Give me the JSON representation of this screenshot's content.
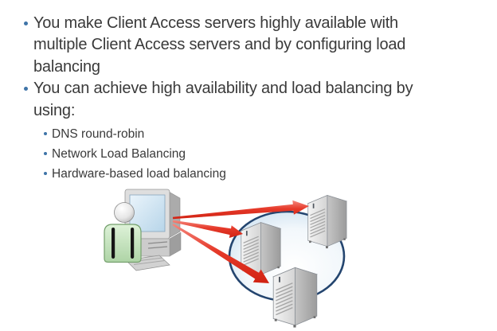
{
  "theme": {
    "bg": "#ffffff",
    "text": "#3a3a3a",
    "bullet": "#3f74a8",
    "arrow_red": "#e43a2b",
    "ellipse_border": "#24456f",
    "ellipse_fill": "#b5d2e8",
    "server_gray": "#d9d9d9",
    "user_shirt_green": "#c5e5bd"
  },
  "slide": {
    "bullets": [
      {
        "lines": [
          "You make Client Access servers highly available with",
          "multiple Client Access servers and by configuring load",
          "balancing"
        ]
      },
      {
        "lines": [
          "You can achieve high availability and load balancing by",
          "using:"
        ]
      }
    ],
    "sub_bullets": [
      "DNS round-robin",
      "Network Load Balancing",
      "Hardware-based load balancing"
    ]
  },
  "diagram": {
    "icons": {
      "client": "client-user-at-computer-icon",
      "server": "server-tower-icon",
      "pool": "load-balanced-pool-ellipse",
      "request": "client-request-arrow"
    },
    "server_count": 3,
    "arrow_count": 3
  }
}
